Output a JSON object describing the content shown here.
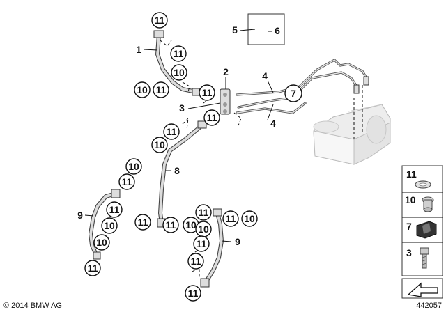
{
  "callouts": {
    "c1": "11",
    "c2": "11",
    "c3": "10",
    "c4": "10",
    "c5": "11",
    "c6": "11",
    "c7": "11",
    "c8": "11",
    "c9": "10",
    "c10": "10",
    "c11": "11",
    "c12": "11",
    "c13": "10",
    "c14": "10",
    "c15": "11",
    "c16": "11",
    "c17": "11",
    "c18": "10",
    "c19": "11",
    "c20": "11",
    "c21": "10",
    "c22": "10",
    "c23": "11",
    "c24": "11",
    "c25": "11",
    "c26": "7"
  },
  "labels": {
    "l1": "1",
    "l2": "2",
    "l3": "3",
    "l4a": "4",
    "l4b": "4",
    "l5": "5",
    "l6": "6",
    "l8": "8",
    "l9a": "9",
    "l9b": "9"
  },
  "legend": {
    "k11": "11",
    "k10": "10",
    "k7": "7",
    "k3": "3"
  },
  "footer": {
    "copyright": "© 2014 BMW AG",
    "diagram_number": "442057"
  }
}
